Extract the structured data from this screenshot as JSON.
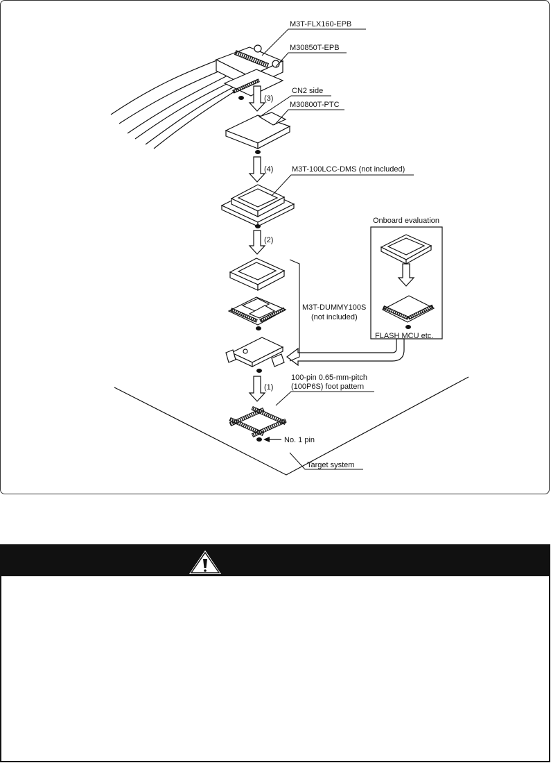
{
  "diagram": {
    "labels": {
      "flex_cable": "M3T-FLX160-EPB",
      "emulation_probe": "M30850T-EPB",
      "cn2_side": "CN2 side",
      "pitch_converter": "M30800T-PTC",
      "lcc_socket": "M3T-100LCC-DMS (not included)",
      "dummy_line1": "M3T-DUMMY100S",
      "dummy_line2": "(not included)",
      "onboard_evaluation": "Onboard evaluation",
      "flash_mcu": "FLASH MCU etc.",
      "foot_pattern_line1": "100-pin 0.65-mm-pitch",
      "foot_pattern_line2": "(100P6S) foot pattern",
      "no1_pin": "No. 1 pin",
      "target_system": "Target system"
    },
    "steps": {
      "step3": "(3)",
      "step4": "(4)",
      "step2": "(2)",
      "step1": "(1)"
    }
  },
  "caution": {
    "icon": "warning-triangle-icon",
    "header_color": "#111111"
  }
}
